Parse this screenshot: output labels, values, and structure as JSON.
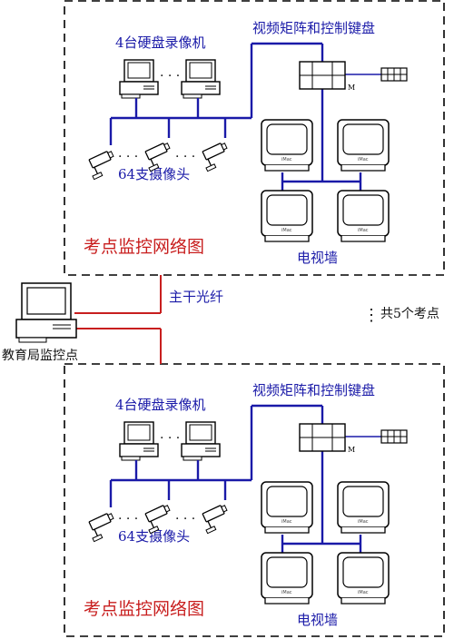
{
  "colors": {
    "net_blue": "#1a1aa8",
    "backbone_red": "#c81e1e",
    "frame": "#000000"
  },
  "sites": [
    {
      "dvr_label": "4台硬盘录像机",
      "matrix_label": "视频矩阵和控制键盘",
      "cameras_label": "64支摄像头",
      "tv_wall_label": "电视墙",
      "site_title": "考点监控网络图",
      "monitor_brand": "iMac",
      "matrix_mark": "M",
      "ellipsis": "· · ·"
    },
    {
      "dvr_label": "4台硬盘录像机",
      "matrix_label": "视频矩阵和控制键盘",
      "cameras_label": "64支摄像头",
      "tv_wall_label": "电视墙",
      "site_title": "考点监控网络图",
      "monitor_brand": "iMac",
      "matrix_mark": "M",
      "ellipsis": "· · ·"
    }
  ],
  "backbone_label": "主干光纤",
  "bureau_label": "教育局监控点",
  "total_sites_label": "共5个考点",
  "total_sites_marker": "⋮"
}
